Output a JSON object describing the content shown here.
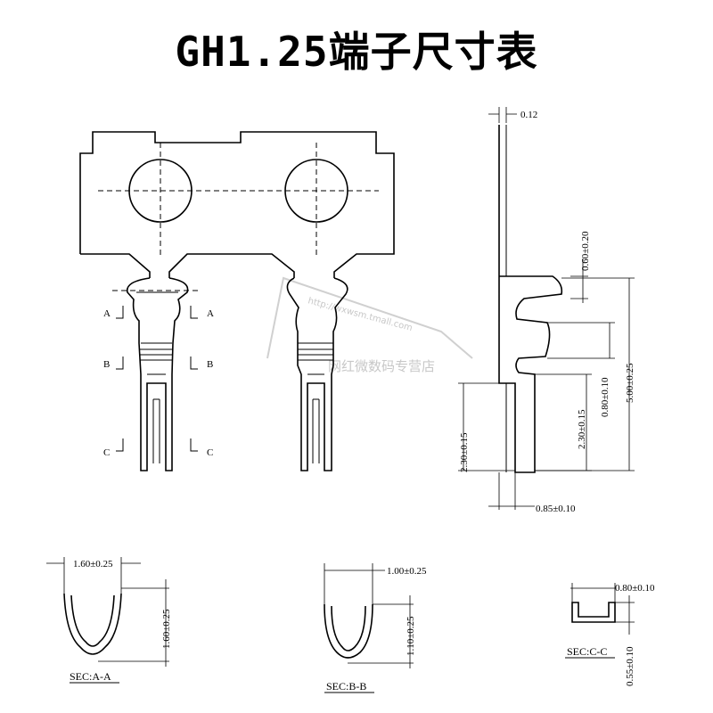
{
  "title": "GH1.25端子尺寸表",
  "section_marks": {
    "a": "A",
    "b": "B",
    "c": "C"
  },
  "dimensions": {
    "thickness": "0.12",
    "d_060": "0.60±0.20",
    "d_500": "5.00±0.25",
    "d_080": "0.80±0.10",
    "d_230_left": "2.30±0.15",
    "d_230_right": "2.30±0.15",
    "d_085": "0.85±0.10",
    "a_width": "1.60±0.25",
    "a_height": "1.60±0.25",
    "b_width": "1.00±0.25",
    "b_height": "1.10±0.25",
    "c_width": "0.80±0.10",
    "c_height": "0.55±0.10"
  },
  "section_labels": {
    "a": "SEC:A-A",
    "b": "SEC:B-B",
    "c": "SEC:C-C"
  },
  "watermark": {
    "url": "http://wxwsm.tmall.com",
    "shop": "网红微数码专营店"
  }
}
